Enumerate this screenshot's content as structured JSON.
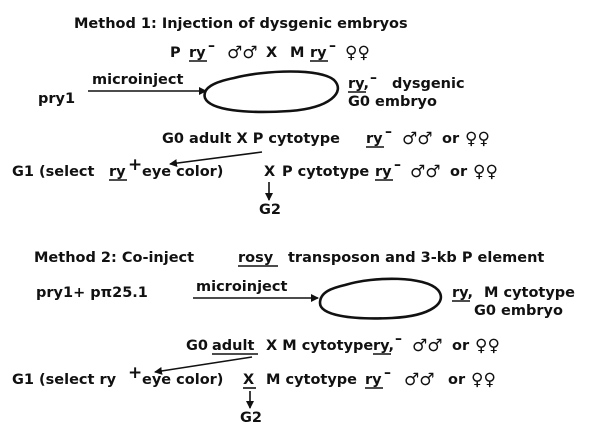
{
  "method1": {
    "title": "Method 1: Injection of dysgenic embryos",
    "cross_p": "P",
    "cross_ry1": "ry",
    "cross_sup1": "–",
    "cross_x": "X",
    "cross_m": "M",
    "cross_ry2": "ry",
    "cross_sup2": "–",
    "males": "♂♂",
    "females": "♀♀",
    "plasmid": "pry1",
    "arrow_label": "microinject",
    "embryo_ry": "ry,",
    "embryo_sup": "–",
    "embryo_desc": "dysgenic",
    "embryo_label": "G0 embryo",
    "g0_cross_a": "G0 adult X P cytotype",
    "g0_cross_ry": "ry",
    "g0_cross_sup": "–",
    "g0_males": "♂♂",
    "or1": "or",
    "g0_females": "♀♀",
    "g1_a": "G1 (select",
    "g1_ry": "ry",
    "g1_plus": "+",
    "g1_b": "eye color)",
    "g1_x": "X",
    "g1_cross": "P cytotype",
    "g1_ry2": "ry",
    "g1_sup2": "–",
    "g1_males": "♂♂",
    "or2": "or",
    "g1_females": "♀♀",
    "g2": "G2"
  },
  "method2": {
    "title_a": "Method 2: Co-inject",
    "title_rosy": "rosy",
    "title_b": "transposon and 3-kb P element",
    "plasmid": "pry1+ pπ25.1",
    "arrow_label": "microinject",
    "embryo_ry": "ry,",
    "embryo_desc": "M cytotype",
    "embryo_label": "G0 embryo",
    "g0_a": "G0",
    "g0_adult": "adult",
    "g0_b": "X M cytotype",
    "g0_ry": "ry,",
    "g0_sup": "–",
    "g0_males": "♂♂",
    "or1": "or",
    "g0_females": "♀♀",
    "g1_a": "G1 (select ry",
    "g1_plus": "+",
    "g1_b": "eye color)",
    "g1_x": "X",
    "g1_cross": "M cytotype",
    "g1_ry2": "ry",
    "g1_sup2": "–",
    "g1_males": "♂♂",
    "or2": "or",
    "g1_females": "♀♀",
    "g2": "G2"
  }
}
